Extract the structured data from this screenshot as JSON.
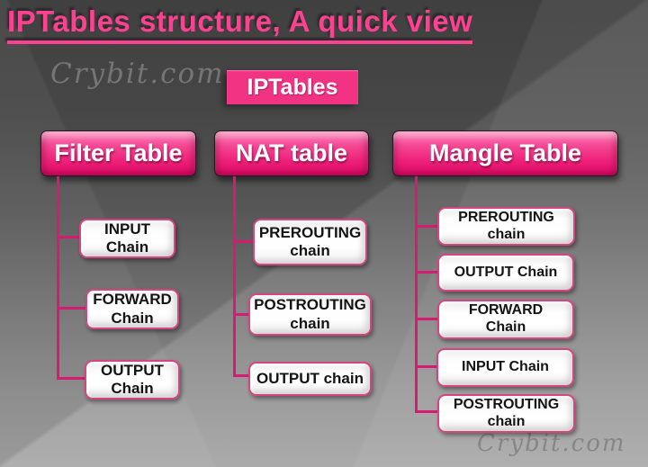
{
  "title": "IPTables structure, A quick view",
  "watermarks": {
    "top": "Crybit.com",
    "bottom": "Crybit.com"
  },
  "root": {
    "label": "IPTables"
  },
  "columns": [
    {
      "label": "Filter Table",
      "chains": [
        {
          "label": "INPUT\nChain"
        },
        {
          "label": "FORWARD\nChain"
        },
        {
          "label": "OUTPUT\nChain"
        }
      ]
    },
    {
      "label": "NAT table",
      "chains": [
        {
          "label": "PREROUTING\nchain"
        },
        {
          "label": "POSTROUTING\nchain"
        },
        {
          "label": "OUTPUT chain"
        }
      ]
    },
    {
      "label": "Mangle Table",
      "chains": [
        {
          "label": "PREROUTING\nchain"
        },
        {
          "label": "OUTPUT Chain"
        },
        {
          "label": "FORWARD\nChain"
        },
        {
          "label": "INPUT Chain"
        },
        {
          "label": "POSTROUTING\nchain"
        }
      ]
    }
  ],
  "colors": {
    "title_pink": "#fb4190",
    "header_pink_top": "#fa74b0",
    "header_pink_bottom": "#de0b66",
    "root_box_pink": "#f23383",
    "chain_border_pink": "#d64580",
    "connector_pink": "#d81b72",
    "background_dark": "#474747",
    "background_light": "#a6a6a6",
    "chain_text": "#141414"
  }
}
